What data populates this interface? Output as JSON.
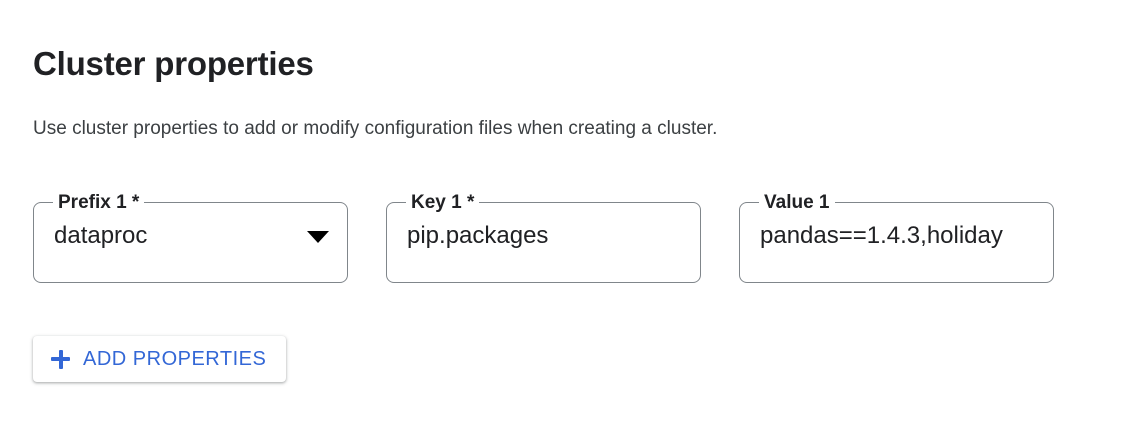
{
  "section": {
    "title": "Cluster properties",
    "description": "Use cluster properties to add or modify configuration files when creating a cluster."
  },
  "colors": {
    "accent_blue": "#3367d6",
    "field_border": "#80868b",
    "text_primary": "#202124",
    "text_secondary": "#3c4043",
    "background": "#ffffff"
  },
  "fields": [
    {
      "label": "Prefix 1 *",
      "value": "dataproc",
      "type": "select",
      "required": true,
      "icon": "chevron-down-icon"
    },
    {
      "label": "Key 1 *",
      "value": "pip.packages",
      "type": "text",
      "required": true
    },
    {
      "label": "Value 1",
      "value": "pandas==1.4.3,holiday",
      "type": "text",
      "required": false
    }
  ],
  "actions": {
    "add_properties_label": "ADD PROPERTIES",
    "add_properties_icon": "plus-icon"
  }
}
